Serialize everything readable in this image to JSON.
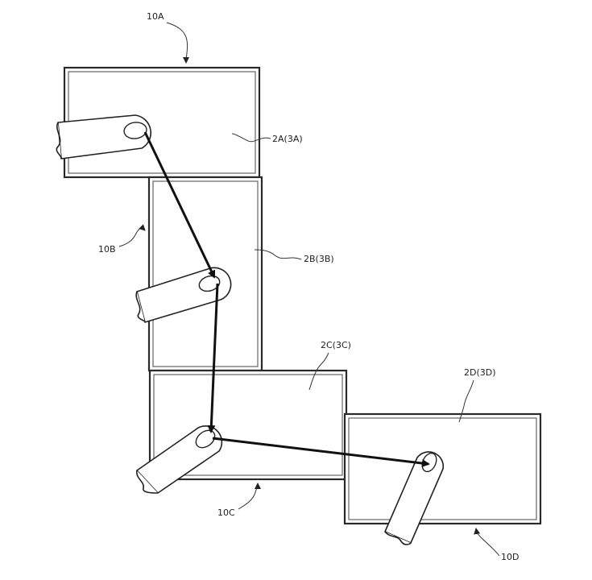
{
  "devices": [
    {
      "ref": "10A",
      "screen": "2A(3A)"
    },
    {
      "ref": "10B",
      "screen": "2B(3B)"
    },
    {
      "ref": "10C",
      "screen": "2C(3C)"
    },
    {
      "ref": "10D",
      "screen": "2D(3D)"
    }
  ]
}
